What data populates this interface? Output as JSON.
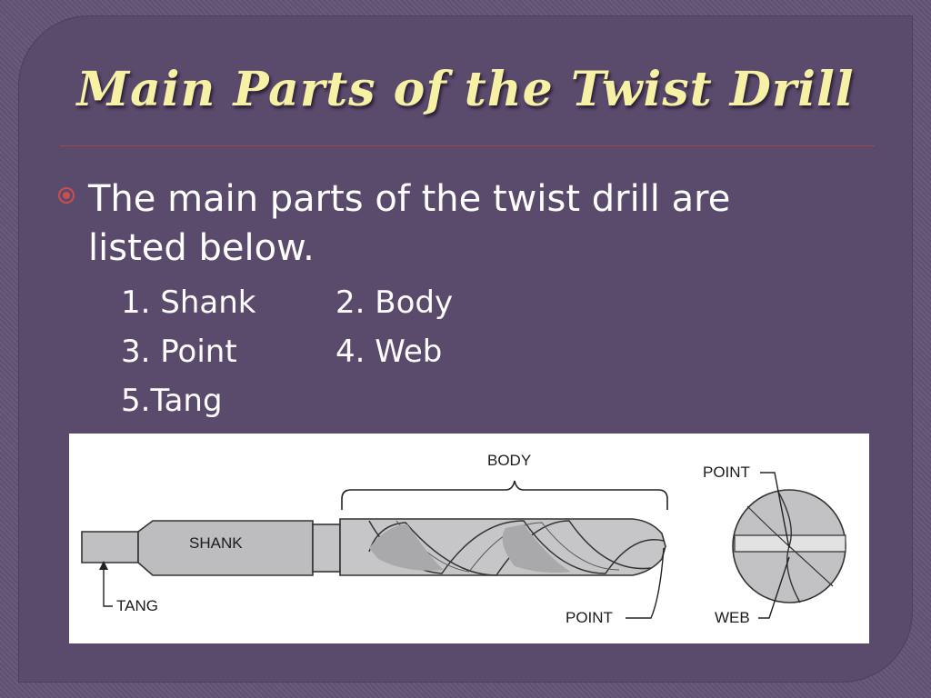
{
  "slide": {
    "title": "Main Parts of the Twist Drill",
    "bullet": "The main parts of the twist drill are listed below.",
    "parts": [
      [
        "1. Shank",
        "2. Body"
      ],
      [
        "3. Point",
        "4. Web"
      ],
      [
        "5.Tang",
        ""
      ]
    ]
  },
  "diagram": {
    "labels": {
      "body": "BODY",
      "shank": "SHANK",
      "tang": "TANG",
      "point_side": "POINT",
      "point_end": "POINT",
      "web": "WEB"
    }
  },
  "colors": {
    "background": "#5a4a6c",
    "title": "#f6f1a4",
    "text": "#ffffff",
    "accent": "#c9504f"
  }
}
